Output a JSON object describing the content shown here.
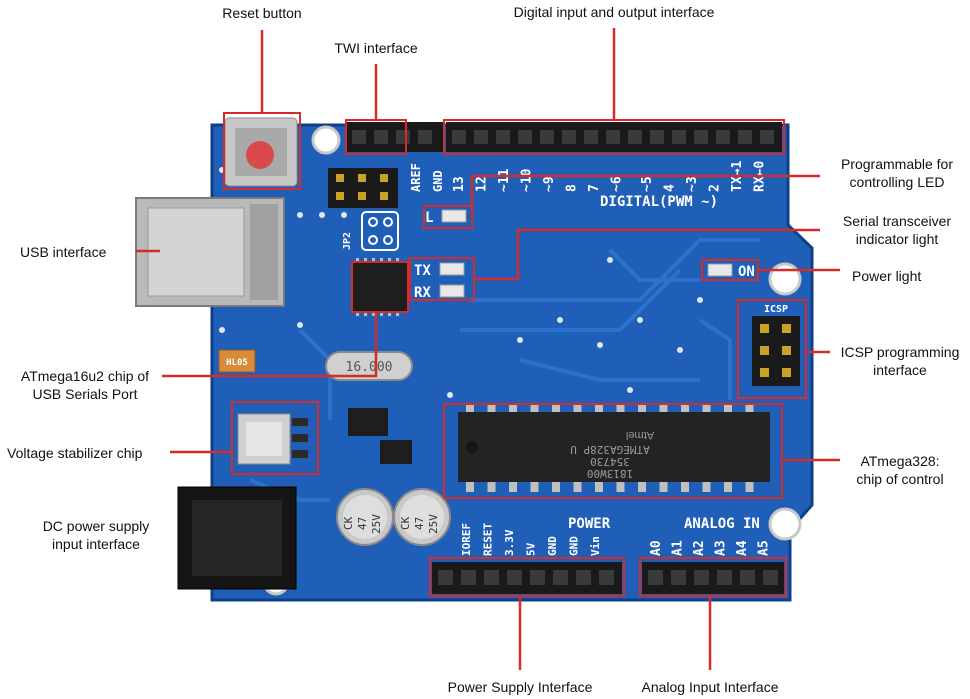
{
  "colors": {
    "board": "#1f5fb8",
    "board_edge": "#0f3f8a",
    "trace": "#2c72cc",
    "callout": "#d62b2b",
    "header": "#1a1a1a",
    "silk": "#ffffff"
  },
  "callouts": {
    "reset_button": "Reset button",
    "digital_io": "Digital input and output interface",
    "twi": "TWI interface",
    "led_line1": "Programmable for",
    "led_line2": "controlling LED",
    "serial_line1": "Serial transceiver",
    "serial_line2": "indicator light",
    "usb": "USB interface",
    "power_light": "Power light",
    "icsp_line1": "ICSP programming",
    "icsp_line2": "interface",
    "atmega16u2_line1": "ATmega16u2 chip of",
    "atmega16u2_line2": "USB Serials Port",
    "voltage": "Voltage stabilizer chip",
    "atmega328_line1": "ATmega328:",
    "atmega328_line2": "chip of control",
    "dc_line1": "DC power supply",
    "dc_line2": "input interface",
    "power_supply": "Power Supply Interface",
    "analog_input": "Analog Input Interface"
  },
  "board_labels": {
    "digital_pins": [
      "13",
      "12",
      "~11",
      "~10",
      "~9",
      "8",
      "7",
      "~6",
      "~5",
      "4",
      "~3",
      "2",
      "TX→1",
      "RX←0"
    ],
    "aref": "AREF",
    "gnd": "GND",
    "digital_title": "DIGITAL(PWM ~)",
    "l": "L",
    "tx": "TX",
    "rx": "RX",
    "on": "ON",
    "icsp": "ICSP",
    "jp2": "JP2",
    "crystal": "16.000",
    "hl05": "HL05",
    "power_title": "POWER",
    "analog_title": "ANALOG IN",
    "power_pins": [
      "IOREF",
      "RESET",
      "3.3V",
      "5V",
      "GND",
      "GND",
      "Vin"
    ],
    "analog_pins": [
      "A0",
      "A1",
      "A2",
      "A3",
      "A4",
      "A5"
    ],
    "chip_brand": "Atmel",
    "chip_model": "ATMEGA328P U",
    "chip_code1": "354730",
    "chip_code2": "1813W00",
    "cap_text": [
      "CK",
      "47",
      "25V"
    ]
  }
}
